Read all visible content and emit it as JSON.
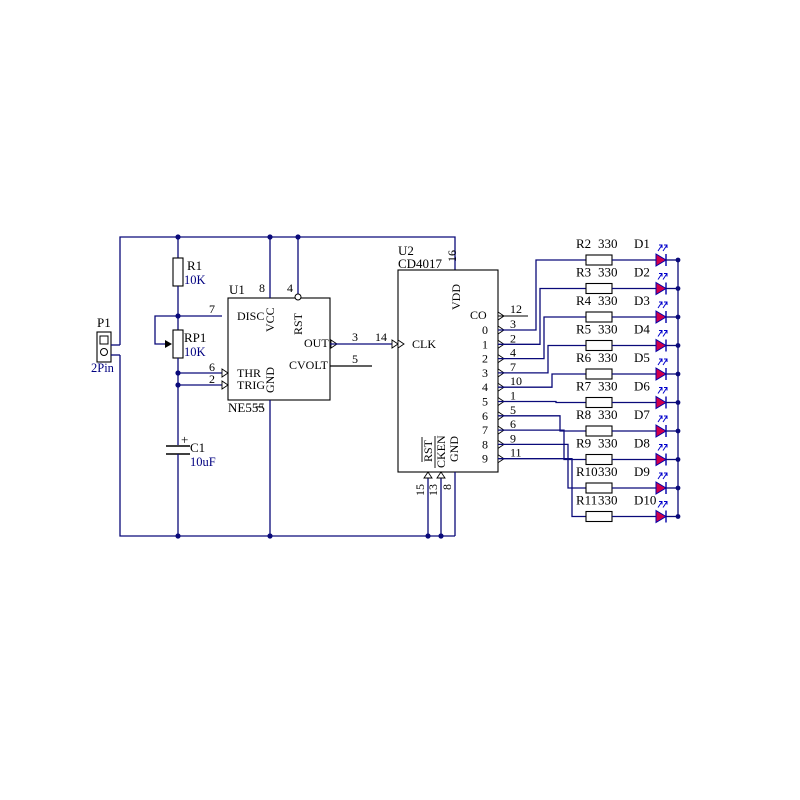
{
  "connector": {
    "ref": "P1",
    "value": "2Pin"
  },
  "r1": {
    "ref": "R1",
    "value": "10K"
  },
  "rp1": {
    "ref": "RP1",
    "value": "10K"
  },
  "c1": {
    "ref": "C1",
    "value": "10uF",
    "polarity": "+"
  },
  "u1": {
    "ref": "U1",
    "part": "NE555",
    "pins": {
      "disc": "DISC",
      "vcc": "VCC",
      "rst": "RST",
      "out": "OUT",
      "cvolt": "CVOLT",
      "thr": "THR",
      "trig": "TRIG",
      "gnd": "GND"
    },
    "pin_numbers": {
      "disc": "7",
      "vcc": "8",
      "rst": "4",
      "out": "3",
      "cvolt": "5",
      "thr": "6",
      "trig": "2",
      "gnd": "1"
    }
  },
  "u2": {
    "ref": "U2",
    "part": "CD4017",
    "pins": {
      "vdd": "VDD",
      "co": "CO",
      "clk": "CLK",
      "rst": "RST",
      "cken": "CKEN",
      "gnd": "GND"
    },
    "pin_numbers": {
      "vdd": "16",
      "co": "12",
      "clk": "14",
      "rst": "15",
      "cken": "13",
      "gnd": "8"
    },
    "outputs": [
      {
        "name": "0",
        "pin": "3"
      },
      {
        "name": "1",
        "pin": "2"
      },
      {
        "name": "2",
        "pin": "4"
      },
      {
        "name": "3",
        "pin": "7"
      },
      {
        "name": "4",
        "pin": "10"
      },
      {
        "name": "5",
        "pin": "1"
      },
      {
        "name": "6",
        "pin": "5"
      },
      {
        "name": "7",
        "pin": "6"
      },
      {
        "name": "8",
        "pin": "9"
      },
      {
        "name": "9",
        "pin": "11"
      }
    ]
  },
  "led_resistors": [
    {
      "ref": "R2",
      "value": "330"
    },
    {
      "ref": "R3",
      "value": "330"
    },
    {
      "ref": "R4",
      "value": "330"
    },
    {
      "ref": "R5",
      "value": "330"
    },
    {
      "ref": "R6",
      "value": "330"
    },
    {
      "ref": "R7",
      "value": "330"
    },
    {
      "ref": "R8",
      "value": "330"
    },
    {
      "ref": "R9",
      "value": "330"
    },
    {
      "ref": "R10",
      "value": "330"
    },
    {
      "ref": "R11",
      "value": "330"
    }
  ],
  "leds": [
    "D1",
    "D2",
    "D3",
    "D4",
    "D5",
    "D6",
    "D7",
    "D8",
    "D9",
    "D10"
  ],
  "colors": {
    "wire": "#0a0a7a",
    "led": "#d0004a",
    "ref_text": "#000080"
  }
}
